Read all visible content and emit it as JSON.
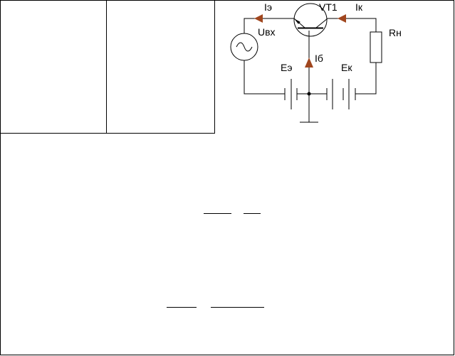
{
  "colors": {
    "line": "#000000",
    "current_arrow": "#a0461e",
    "background": "#ffffff"
  },
  "circuit": {
    "transistor_label": "VT1",
    "emitter_current": "Iэ",
    "collector_current": "Iк",
    "base_current": "Iб",
    "input_voltage": "Uвх",
    "emitter_source": "Eэ",
    "collector_source": "Eк",
    "load_resistor": "Rн"
  },
  "icons": {
    "ac_source": "sine-wave-icon",
    "ground": "ground-icon"
  }
}
